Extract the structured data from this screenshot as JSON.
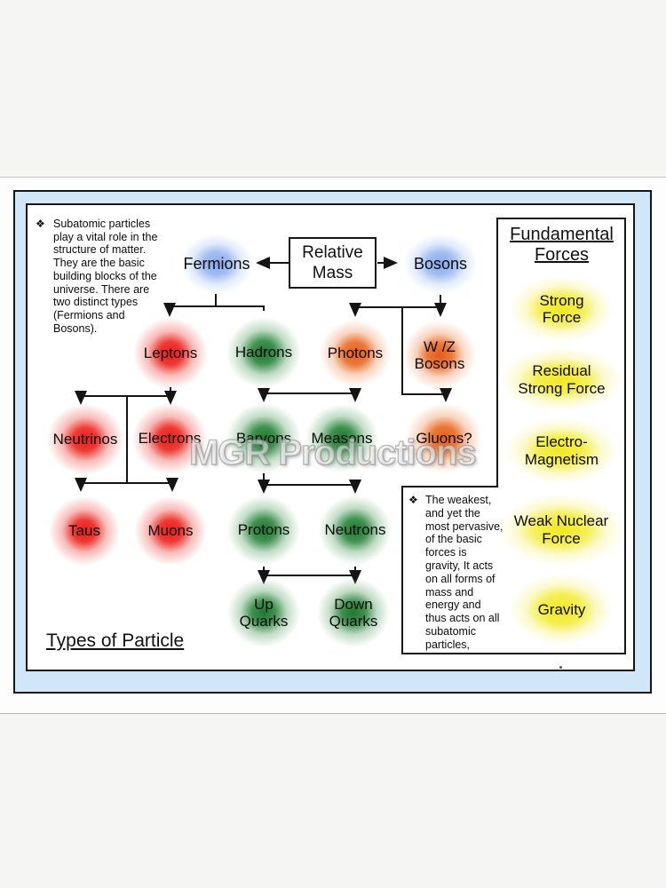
{
  "poster": {
    "footer_title": "Types of Particle",
    "watermark": "MGR Productions"
  },
  "intro_note": {
    "bullet": "❖",
    "text": "Subatomic particles\nplay a vital role in the\nstructure of matter.\nThey are the basic\nbuilding blocks of the\nuniverse. There are\ntwo distinct types\n(Fermions and\nBosons)."
  },
  "gravity_note": {
    "bullet": "❖",
    "text": "The weakest,\nand yet the\nmost pervasive,\nof the basic\nforces is\ngravity, It acts\non all forms of\nmass and\nenergy and\nthus acts on all\nsubatomic\nparticles,"
  },
  "relative_mass_box": {
    "label": "Relative\nMass"
  },
  "nodes": {
    "fermions": "Fermions",
    "bosons": "Bosons",
    "leptons": "Leptons",
    "hadrons": "Hadrons",
    "photons": "Photons",
    "wz_bosons": "W /Z\nBosons",
    "neutrinos": "Neutrinos",
    "electrons": "Electrons",
    "baryons": "Baryons",
    "measons": "Measons",
    "gluons": "Gluons?",
    "taus": "Taus",
    "muons": "Muons",
    "protons": "Protons",
    "neutrons": "Neutrons",
    "up_quarks": "Up\nQuarks",
    "down_quarks": "Down\nQuarks"
  },
  "forces_panel": {
    "title": "Fundamental\nForces",
    "strong": "Strong\nForce",
    "residual": "Residual\nStrong Force",
    "electro": "Electro-\nMagnetism",
    "weak": "Weak Nuclear\nForce",
    "gravity": "Gravity"
  },
  "colors": {
    "frame_blue": "#cfe7f8",
    "blob_red": "#ec1d1d",
    "blob_green": "#1d7a31",
    "blob_blue": "#85a7ee",
    "blob_orange": "#e45c20",
    "blob_yellow": "#f1e923",
    "line_black": "#161616"
  }
}
